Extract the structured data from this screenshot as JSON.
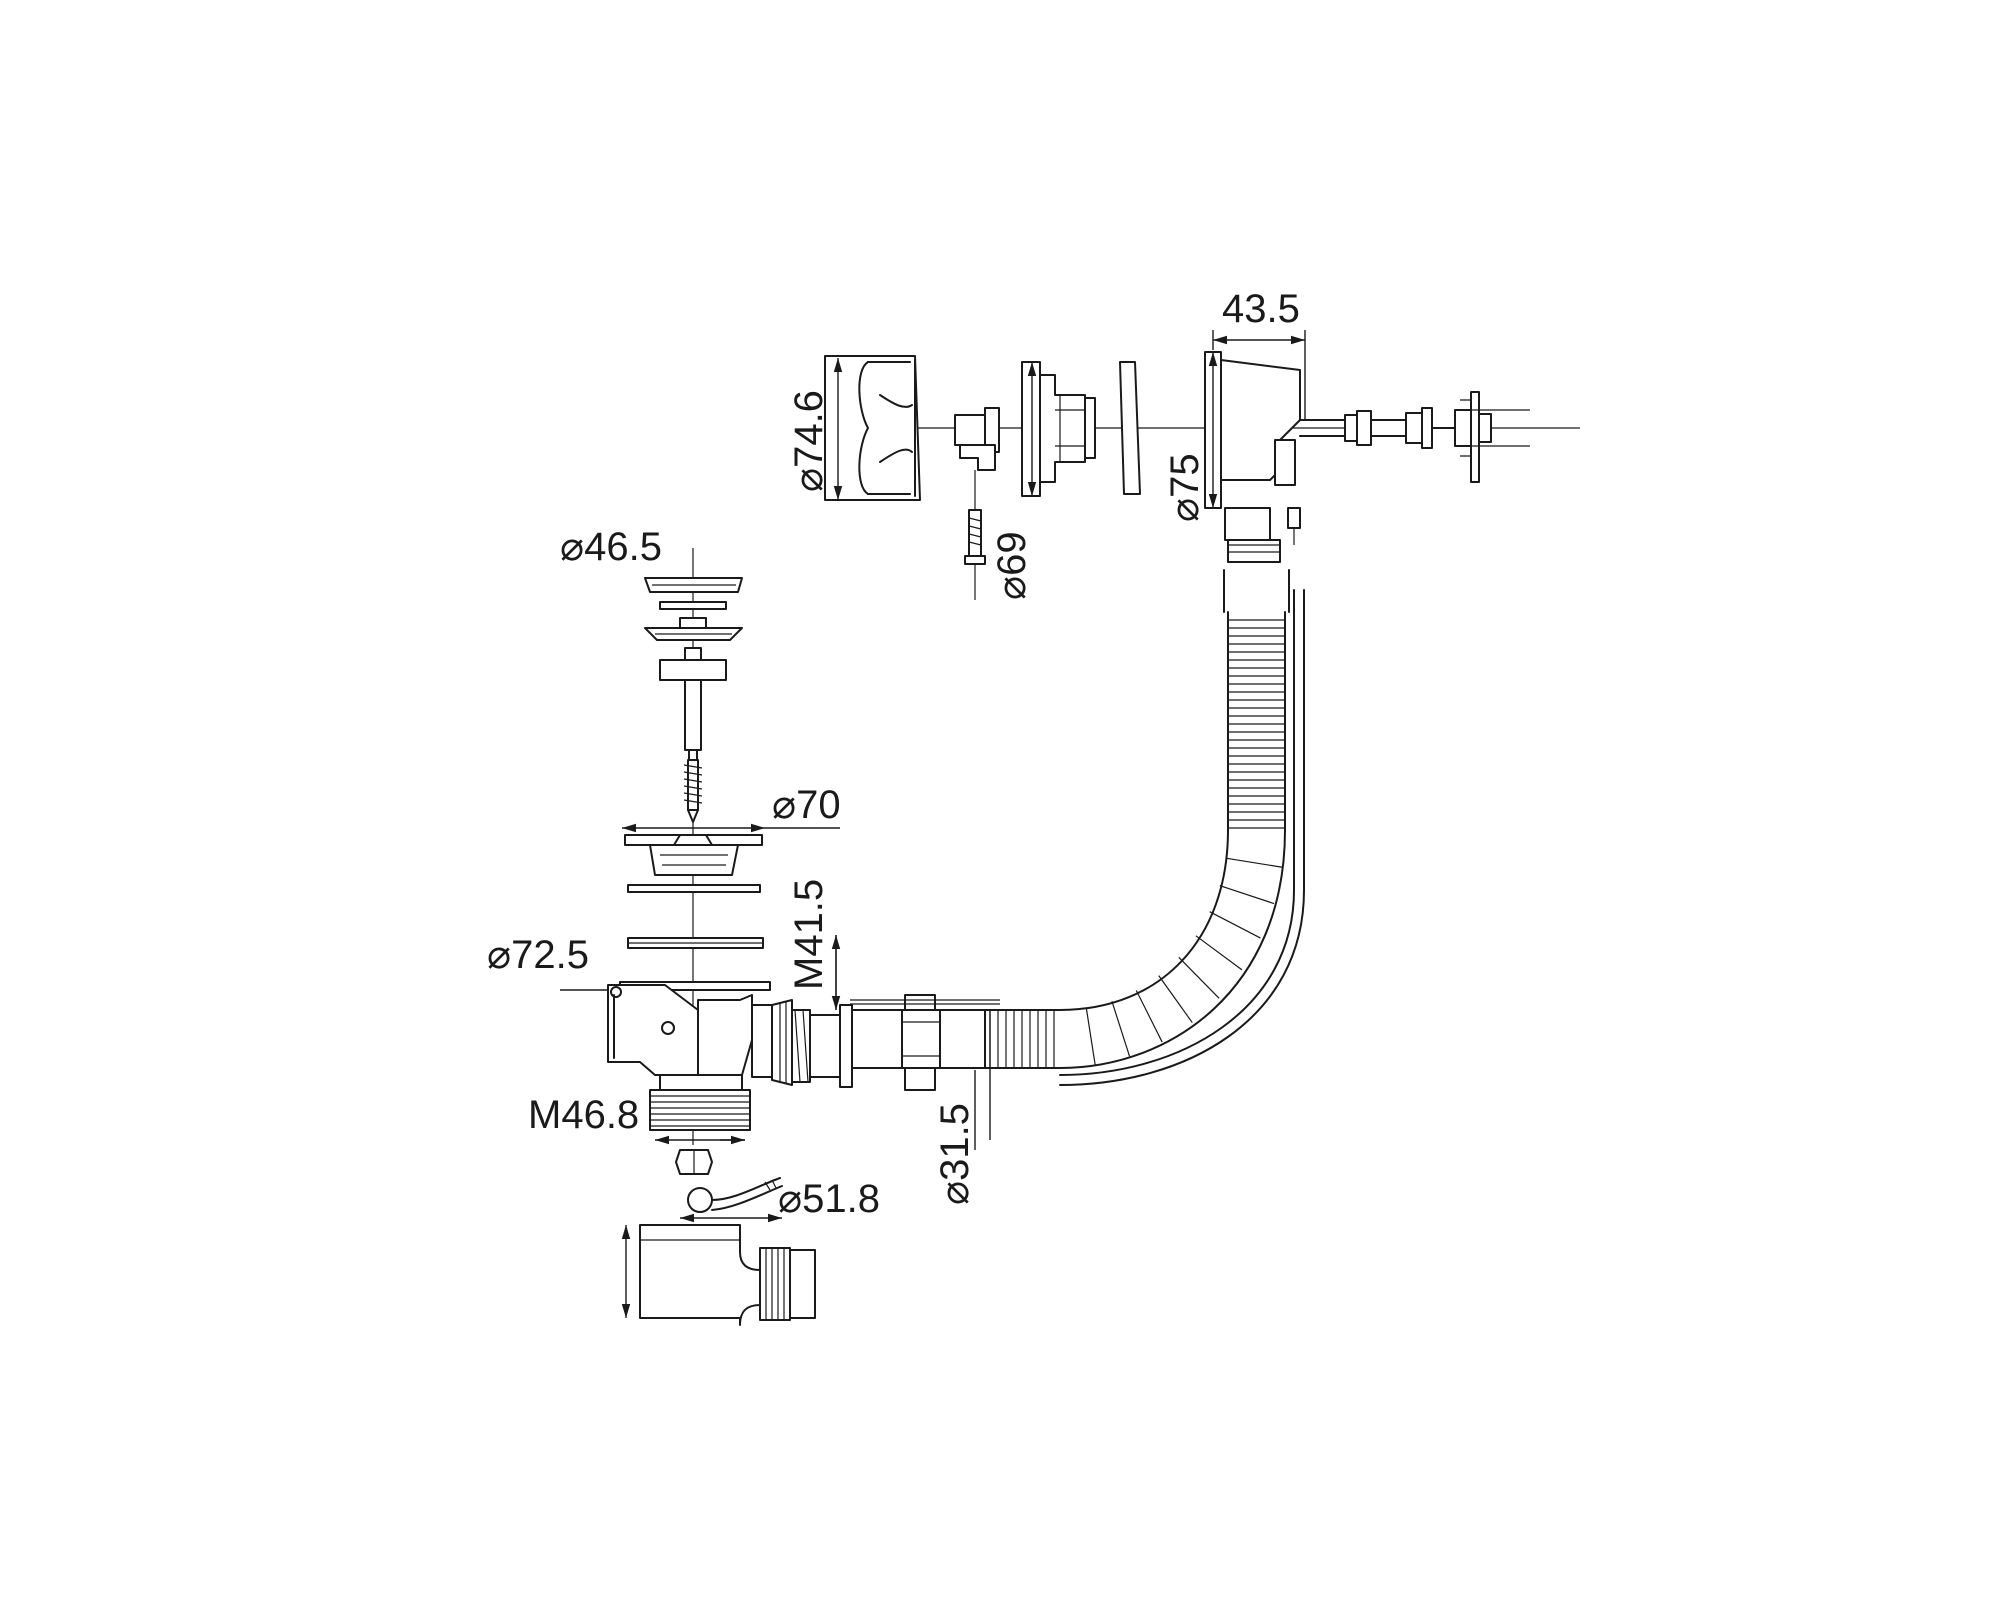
{
  "labels": {
    "d746": "⌀74.6",
    "d69": "⌀69",
    "d75": "⌀75",
    "w435": "43.5",
    "d465": "⌀46.5",
    "d70": "⌀70",
    "d725": "⌀72.5",
    "m415": "M41.5",
    "m468": "M46.8",
    "d518": "⌀51.8",
    "d315": "⌀31.5"
  }
}
